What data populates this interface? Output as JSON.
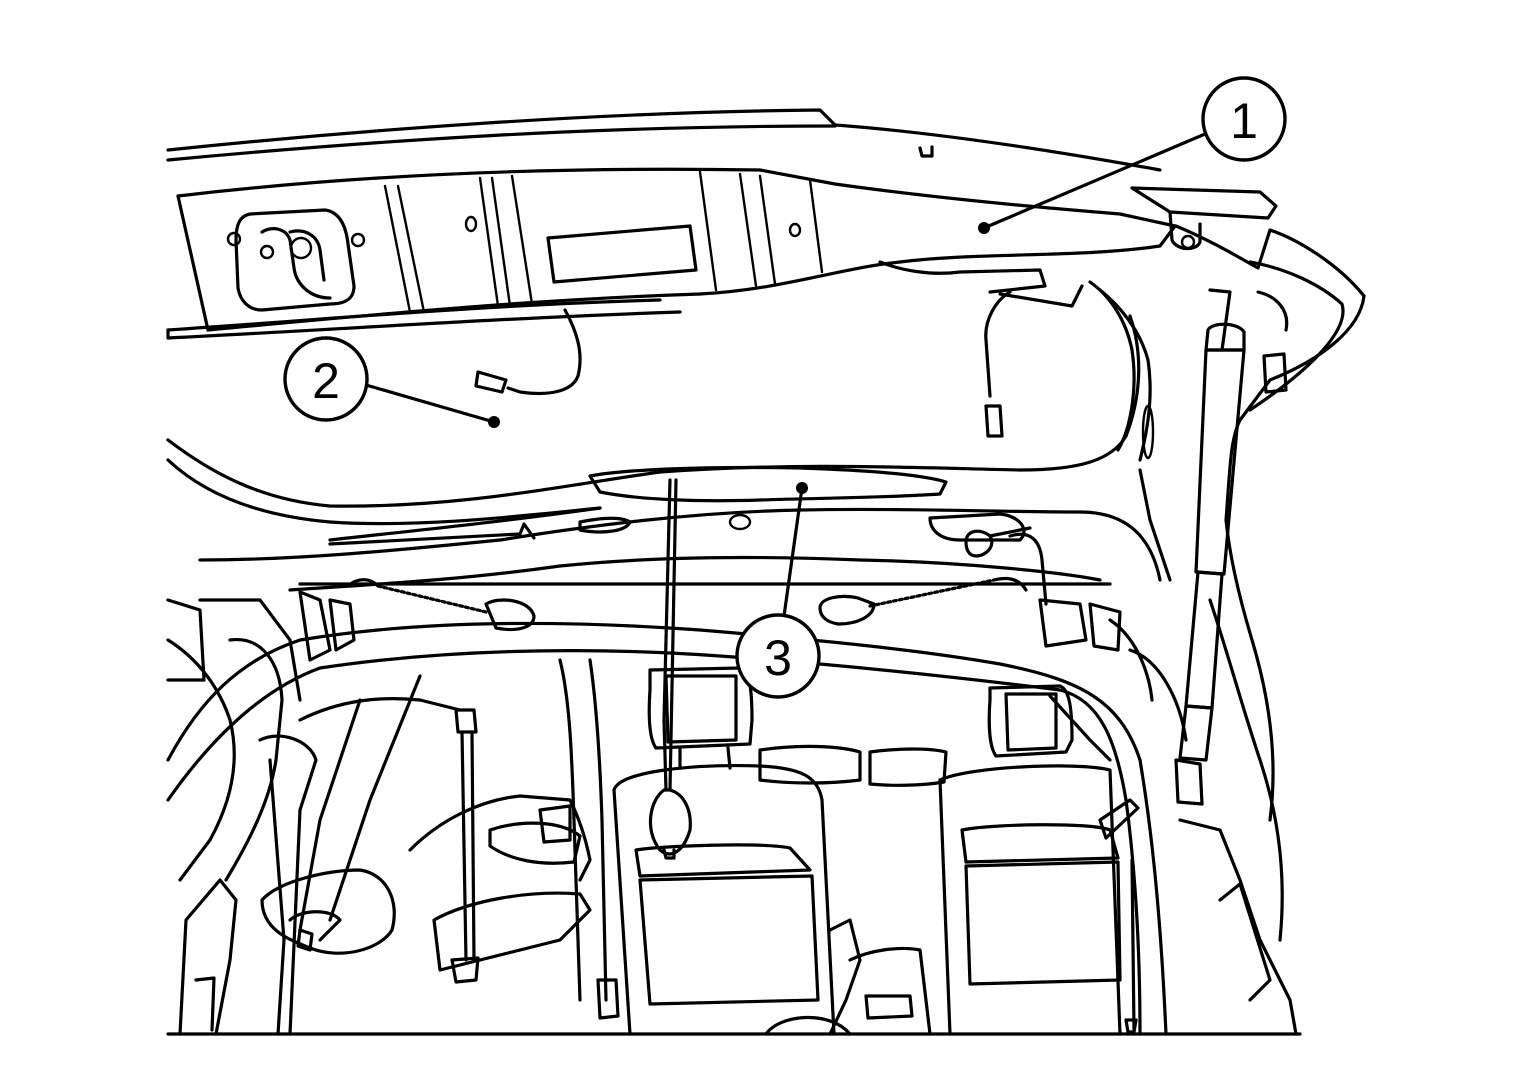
{
  "diagram": {
    "callouts": [
      {
        "id": "1",
        "label": "1",
        "part": "roof-panel-rear"
      },
      {
        "id": "2",
        "label": "2",
        "part": "back-door-opening"
      },
      {
        "id": "3",
        "label": "3",
        "part": "back-door-seal-bracket"
      }
    ],
    "colors": {
      "line": "#000000",
      "background": "#ffffff"
    }
  }
}
